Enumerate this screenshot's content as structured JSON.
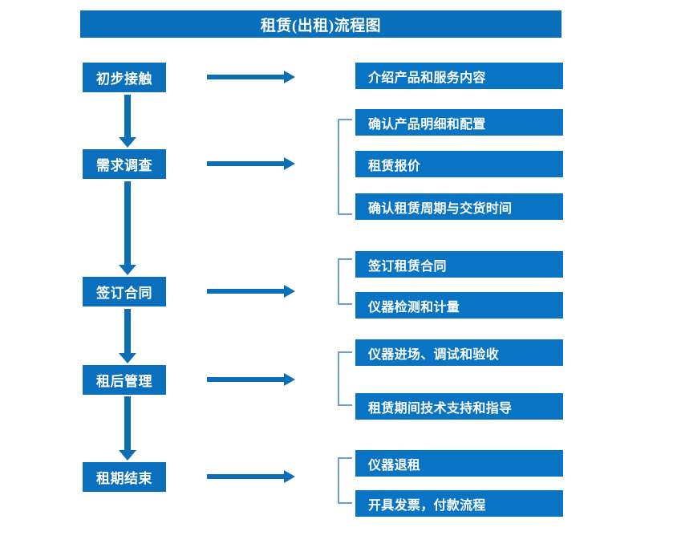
{
  "diagram": {
    "title": "租赁(出租)流程图",
    "colors": {
      "title_bar": "#0a6fba",
      "stage_box": "#0a70bd",
      "detail_box": "#0a74c4",
      "arrow": "#0b6fb8",
      "bracket": "#6a9ed4",
      "background": "#ffffff",
      "text": "#ffffff"
    },
    "stages": [
      {
        "label": "初步接触"
      },
      {
        "label": "需求调查"
      },
      {
        "label": "签订合同"
      },
      {
        "label": "租后管理"
      },
      {
        "label": "租期结束"
      }
    ],
    "details": [
      {
        "label": "介绍产品和服务内容"
      },
      {
        "label": "确认产品明细和配置"
      },
      {
        "label": "租赁报价"
      },
      {
        "label": "确认租赁周期与交货时间"
      },
      {
        "label": "签订租赁合同"
      },
      {
        "label": "仪器检测和计量"
      },
      {
        "label": "仪器进场、调试和验收"
      },
      {
        "label": "租赁期间技术支持和指导"
      },
      {
        "label": "仪器退租"
      },
      {
        "label": "开具发票，付款流程"
      }
    ]
  }
}
